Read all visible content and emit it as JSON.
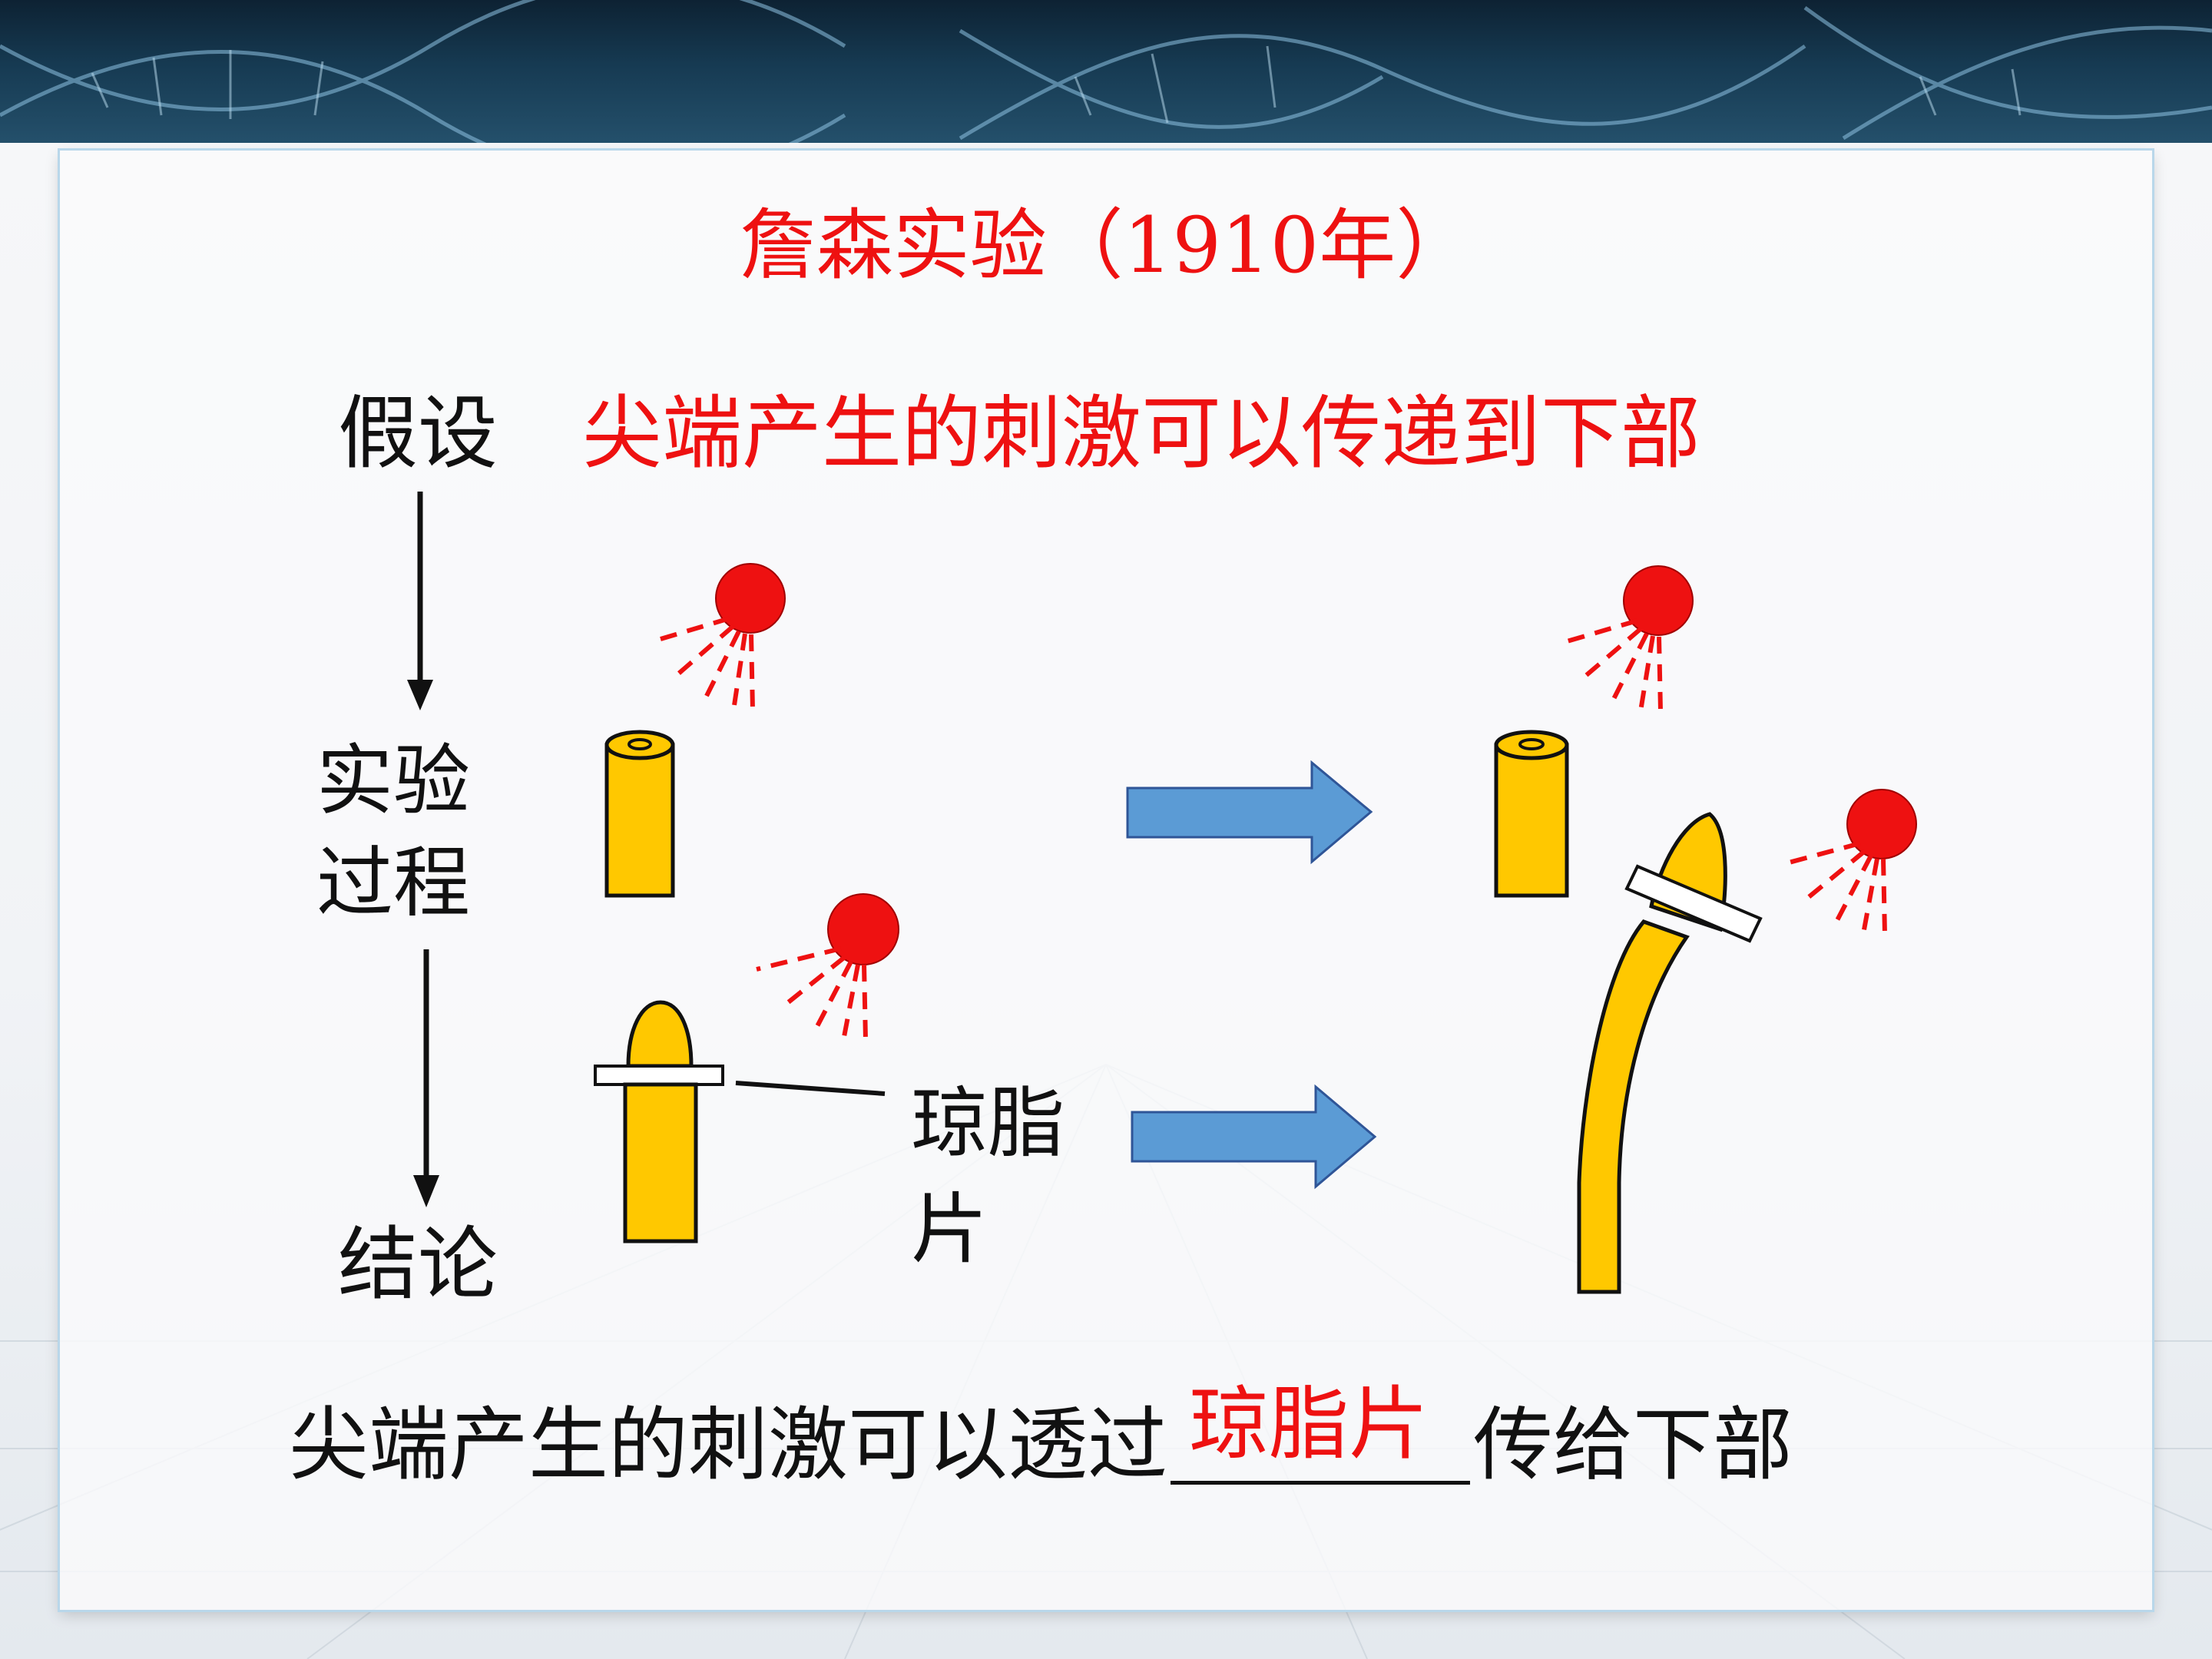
{
  "title": "詹森实验（1910年）",
  "hypothesis": {
    "label": "假设",
    "text": "尖端产生的刺激可以传递到下部"
  },
  "process_label": "实验\n过程",
  "conclusion_label": "结论",
  "agar_label": "琼脂\n片",
  "bottom": {
    "prefix": "尖端产生的刺激可以透过",
    "answer": "琼脂片",
    "suffix": "传给下部"
  },
  "colors": {
    "title_red": "#ee1111",
    "light_red": "#ee1111",
    "stem_yellow": "#ffc800",
    "arrow_blue": "#5b9bd5",
    "panel_border": "#b9d7ea"
  }
}
